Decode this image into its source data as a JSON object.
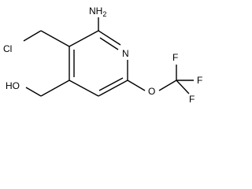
{
  "molecule": {
    "atoms": {
      "amine": "NH",
      "amine_h_count": "2",
      "ring_nitrogen": "N",
      "chlorine": "Cl",
      "hydroxyl": "HO",
      "ether_oxygen": "O",
      "fluorine_1": "F",
      "fluorine_2": "F",
      "fluorine_3": "F"
    }
  }
}
